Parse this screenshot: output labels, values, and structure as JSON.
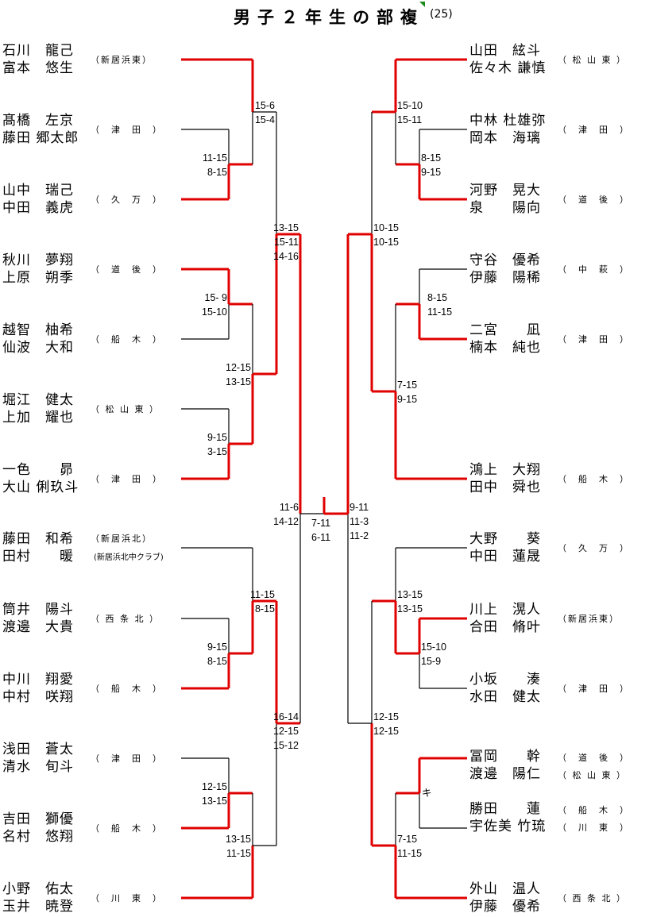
{
  "header": {
    "title": "男子２年生の部複",
    "count": "(25)",
    "win_color": "#e00000",
    "line_color": "#000000"
  },
  "left": {
    "entries": [
      {
        "p1": "石川　龍己",
        "p2": "富本　悠生",
        "team": "（新居浜東）"
      },
      {
        "p1": "髙橋　左京",
        "p2": "藤田 郷太郎",
        "team": "（　津　田　）"
      },
      {
        "p1": "山中　瑞己",
        "p2": "中田　義虎",
        "team": "（　久　万　）"
      },
      {
        "p1": "秋川　夢翔",
        "p2": "上原　朔季",
        "team": "（　道　後　）"
      },
      {
        "p1": "越智　柚希",
        "p2": "仙波　大和",
        "team": "（　船　木　）"
      },
      {
        "p1": "堀江　健太",
        "p2": "上加　耀也",
        "team": "（ 松 山 東 ）"
      },
      {
        "p1": "一色　　昴",
        "p2": "大山 俐玖斗",
        "team": "（　津　田　）"
      },
      {
        "p1": "藤田　和希",
        "p2": "田村　　暖",
        "team": "（新居浜北）",
        "team2": "(新居浜北中クラブ)"
      },
      {
        "p1": "筒井　陽斗",
        "p2": "渡邊　大貴",
        "team": "（ 西 条 北 ）"
      },
      {
        "p1": "中川　翔愛",
        "p2": "中村　咲翔",
        "team": "（　船　木　）"
      },
      {
        "p1": "浅田　蒼太",
        "p2": "清水　旬斗",
        "team": "（　津　田　）"
      },
      {
        "p1": "吉田　獅優",
        "p2": "名村　悠翔",
        "team": "（　船　木　）"
      },
      {
        "p1": "小野　佑太",
        "p2": "玉井　暁登",
        "team": "（　川　東　）"
      }
    ],
    "scores": [
      {
        "lines": [
          "15-6",
          "15-4"
        ]
      },
      {
        "lines": [
          "11-15",
          "8-15"
        ]
      },
      {
        "lines": [
          "13-15",
          "15-11",
          "14-16"
        ]
      },
      {
        "lines": [
          "15- 9",
          "15-10"
        ]
      },
      {
        "lines": [
          "12-15",
          "13-15"
        ]
      },
      {
        "lines": [
          "9-15",
          "3-15"
        ]
      },
      {
        "lines": [
          "11-6",
          "14-12"
        ]
      },
      {
        "lines": [
          "11-15",
          "8-15"
        ]
      },
      {
        "lines": [
          "9-15",
          "8-15"
        ]
      },
      {
        "lines": [
          "16-14",
          "12-15",
          "15-12"
        ]
      },
      {
        "lines": [
          "12-15",
          "13-15"
        ]
      },
      {
        "lines": [
          "13-15",
          "11-15"
        ]
      }
    ]
  },
  "right": {
    "entries": [
      {
        "p1": "山田　絃斗",
        "p2": "佐々木 謙慎",
        "team": "（ 松 山 東 ）"
      },
      {
        "p1": "中林 杜雄弥",
        "p2": "岡本　海璃",
        "team": "（　津　田　）"
      },
      {
        "p1": "河野　晃大",
        "p2": "泉　　陽向",
        "team": "（　道　後　）"
      },
      {
        "p1": "守谷　優希",
        "p2": "伊藤　陽稀",
        "team": "（　中　萩　）"
      },
      {
        "p1": "二宮　　凪",
        "p2": "楠本　純也",
        "team": "（　津　田　）"
      },
      {
        "p1": "鴻上　大翔",
        "p2": "田中　舜也",
        "team": "（　船　木　）"
      },
      {
        "p1": "大野　　葵",
        "p2": "中田　蓮晟",
        "team": "（　久　万　）"
      },
      {
        "p1": "川上　滉人",
        "p2": "合田　脩叶",
        "team": "（新居浜東）"
      },
      {
        "p1": "小坂　　湊",
        "p2": "水田　健太",
        "team": "（　津　田　）"
      },
      {
        "p1": "冨岡　　幹",
        "p2": "渡邊　陽仁",
        "team": "（　道　後　）",
        "team2": "（ 松 山 東 ）"
      },
      {
        "p1": "勝田　　蓮",
        "p2": "宇佐美 竹琉",
        "team": "（　船　木　）",
        "team2": "（　川　東　）"
      },
      {
        "p1": "外山　温人",
        "p2": "伊藤　優希",
        "team": "（ 西 条 北 ）"
      }
    ],
    "scores": [
      {
        "lines": [
          "15-10",
          "15-11"
        ]
      },
      {
        "lines": [
          "8-15",
          "9-15"
        ]
      },
      {
        "lines": [
          "10-15",
          "10-15"
        ]
      },
      {
        "lines": [
          "8-15",
          "11-15"
        ]
      },
      {
        "lines": [
          "7-15",
          "9-15"
        ]
      },
      {
        "lines": [
          "9-11",
          "11-3",
          "11-2"
        ]
      },
      {
        "lines": [
          "13-15",
          "13-15"
        ]
      },
      {
        "lines": [
          "15-10",
          "15-9"
        ]
      },
      {
        "lines": [
          "12-15",
          "12-15"
        ]
      },
      {
        "lines": [
          "キ"
        ]
      },
      {
        "lines": [
          "7-15",
          "11-15"
        ]
      }
    ]
  },
  "final": {
    "scores": [
      "7-11",
      "6-11"
    ]
  }
}
